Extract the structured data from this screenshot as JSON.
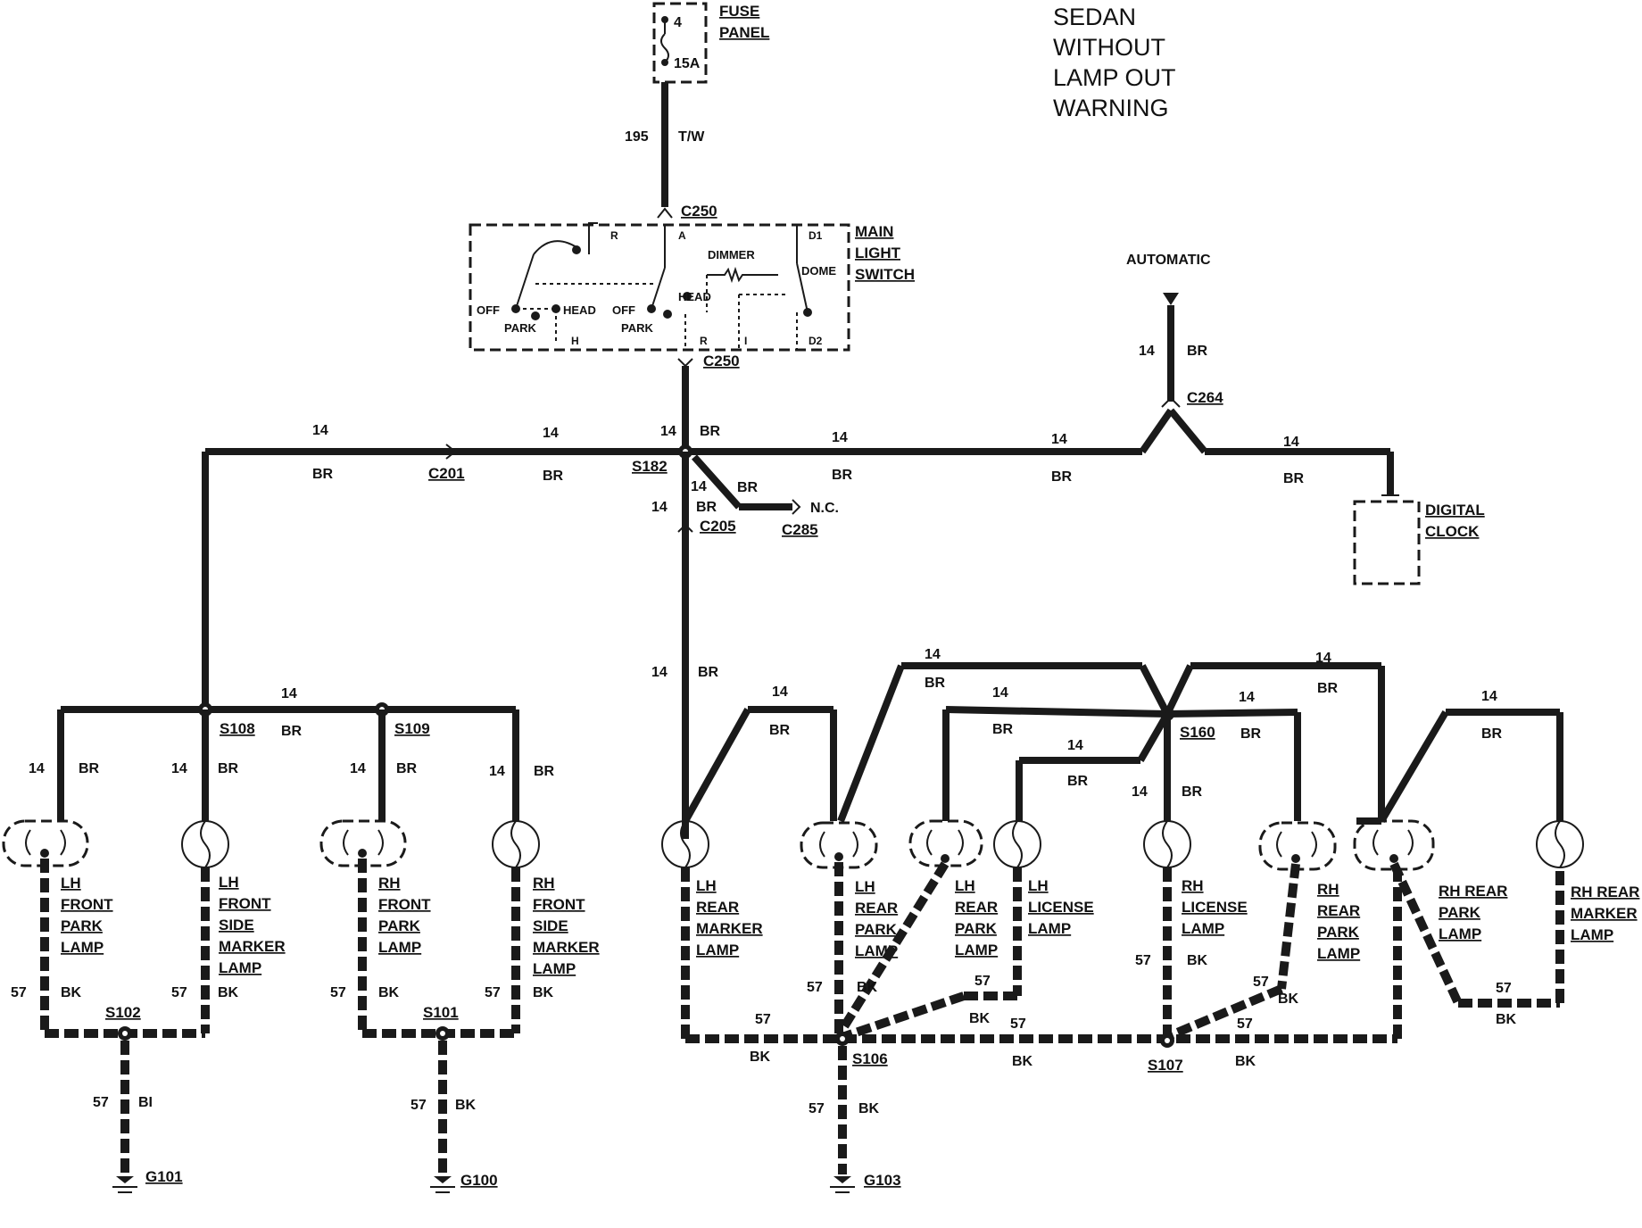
{
  "title": [
    "SEDAN",
    "WITHOUT",
    "LAMP OUT",
    "WARNING"
  ],
  "fuse": {
    "number": "4",
    "rating": "15A",
    "label": [
      "FUSE",
      "PANEL"
    ]
  },
  "switch": {
    "label": [
      "MAIN",
      "LIGHT",
      "SWITCH"
    ],
    "terminals": {
      "r1": "R",
      "a": "A",
      "d1": "D1",
      "r2": "R",
      "i": "I",
      "d2": "D2",
      "h": "H"
    },
    "dimmer": "DIMMER",
    "dome": "DOME",
    "off1": "OFF",
    "park1": "PARK",
    "head1": "HEAD",
    "off2": "OFF",
    "park2": "PARK",
    "head2": "HEAD"
  },
  "automatic": "AUTOMATIC",
  "nc": "N.C.",
  "connectors": {
    "c250a": "C250",
    "c250b": "C250",
    "c264": "C264",
    "c201": "C201",
    "c205": "C205",
    "c285": "C285",
    "s182": "S182",
    "s108": "S108",
    "s109": "S109",
    "s160": "S160",
    "s102": "S102",
    "s101": "S101",
    "s106": "S106",
    "s107": "S107",
    "g101": "G101",
    "g100": "G100",
    "g103": "G103"
  },
  "wires": {
    "w195": "195",
    "tw": "T/W",
    "n14": "14",
    "br": "BR",
    "n57": "57",
    "bk": "BK",
    "bi": "BI"
  },
  "components": {
    "digital_clock": [
      "DIGITAL",
      "CLOCK"
    ],
    "lh_front_park": [
      "LH",
      "FRONT",
      "PARK",
      "LAMP"
    ],
    "lh_front_side": [
      "LH",
      "FRONT",
      "SIDE",
      "MARKER",
      "LAMP"
    ],
    "rh_front_park": [
      "RH",
      "FRONT",
      "PARK",
      "LAMP"
    ],
    "rh_front_side": [
      "RH",
      "FRONT",
      "SIDE",
      "MARKER",
      "LAMP"
    ],
    "lh_rear_marker": [
      "LH",
      "REAR",
      "MARKER",
      "LAMP"
    ],
    "lh_rear_park1": [
      "LH",
      "REAR",
      "PARK",
      "LAMP"
    ],
    "lh_rear_park2": [
      "LH",
      "REAR",
      "PARK",
      "LAMP"
    ],
    "lh_license": [
      "LH",
      "LICENSE",
      "LAMP"
    ],
    "rh_license": [
      "RH",
      "LICENSE",
      "LAMP"
    ],
    "rh_rear_park1": [
      "RH",
      "REAR",
      "PARK",
      "LAMP"
    ],
    "rh_rear_park2": [
      "RH REAR",
      "PARK",
      "LAMP"
    ],
    "rh_rear_marker": [
      "RH REAR",
      "MARKER",
      "LAMP"
    ]
  }
}
